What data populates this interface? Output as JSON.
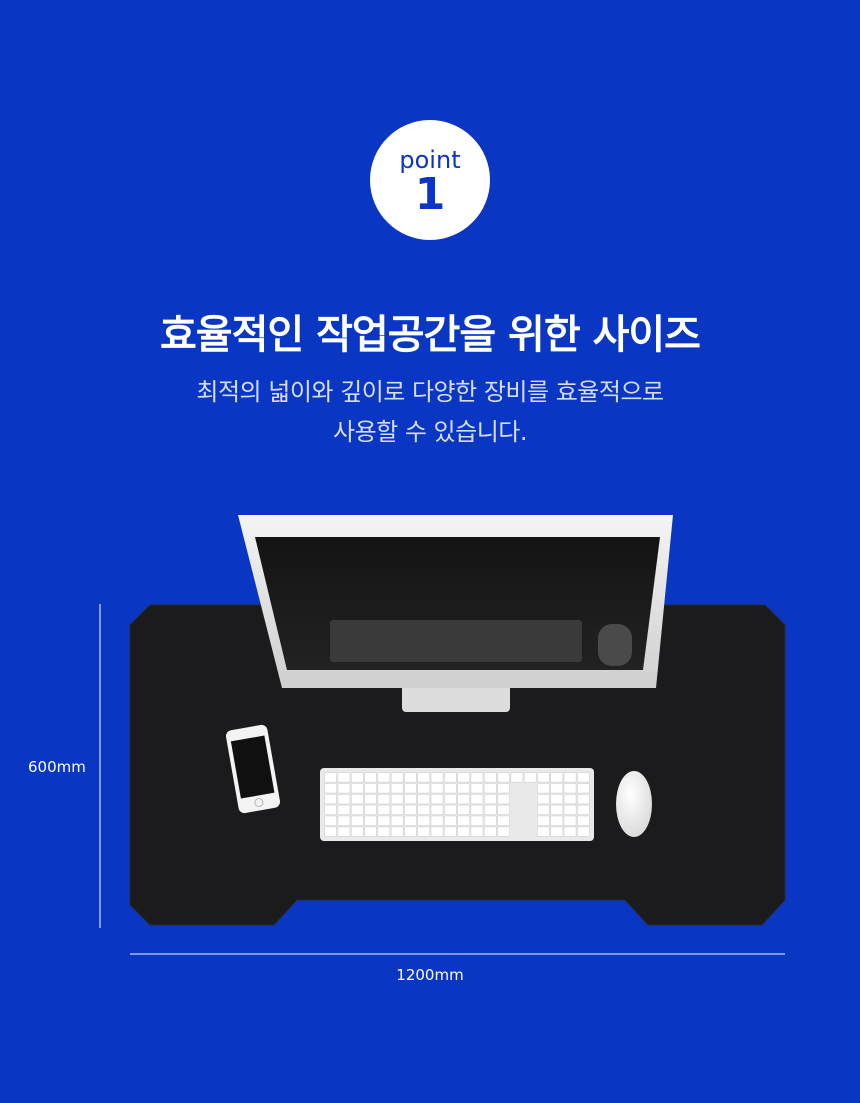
{
  "badge": {
    "word": "point",
    "number": "1"
  },
  "headline": "효율적인 작업공간을 위한 사이즈",
  "subtitle": {
    "line1": "최적의 넓이와 깊이로 다양한 장비를 효율적으로",
    "line2": "사용할 수 있습니다."
  },
  "dimensions": {
    "depth_label": "600mm",
    "width_label": "1200mm"
  },
  "colors": {
    "background": "#0a36c4",
    "mat": "#1b1b1d",
    "badge": "#ffffff"
  },
  "icons": [
    "monitor-icon",
    "smartphone-icon",
    "keyboard-icon",
    "mouse-icon"
  ]
}
